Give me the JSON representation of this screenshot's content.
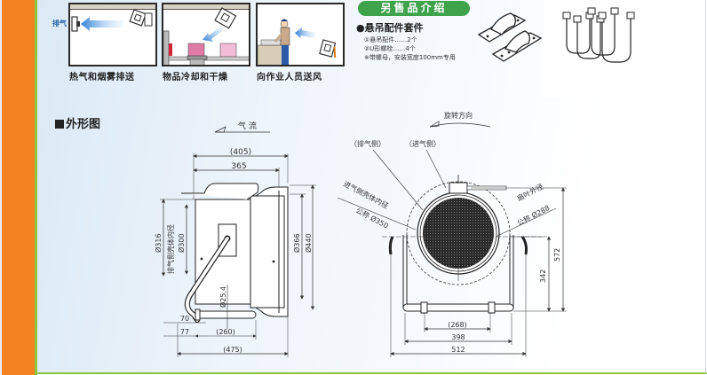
{
  "colors": {
    "orange_band": "#f58220",
    "green_accent": "#8dc63f",
    "badge_green": "#3ea34b",
    "arrow_blue": "#3a8ad8"
  },
  "applications": [
    {
      "caption": "热气和烟雾排送",
      "label": "排气"
    },
    {
      "caption": "物品冷却和干燥"
    },
    {
      "caption": "向作业人员送风"
    }
  ],
  "accessories": {
    "badge": "另售品介绍",
    "title": "●悬吊配件套件",
    "lines": [
      "①悬吊配件……2个",
      "②U形螺栓……4个",
      "※带螺母，安装宽度100mm专用"
    ]
  },
  "section": {
    "title": "外形图"
  },
  "side_view": {
    "airflow_label": "气 流",
    "dims": {
      "overall_length": "(405)",
      "body_length": "365",
      "outer_diameter_exhaust": "Ø316",
      "exhaust_inner_label": "排气侧壳体内径",
      "exhaust_inner_dia": "Ø300",
      "inner_dia_intake": "Ø366",
      "outer_dia_intake": "Ø440",
      "pipe_dia": "Ø25.4",
      "dim_70": "70",
      "dim_77": "77",
      "base_span": "(260)",
      "base_total": "(475)"
    }
  },
  "front_view": {
    "rotation_label": "旋转方向",
    "exhaust_side": "（排气侧）",
    "intake_side": "（进气侧）",
    "intake_inner_label": "进气侧壳体内径",
    "intake_inner_value": "公称 Ø350",
    "blade_label": "扇叶外径",
    "blade_value": "公称 Ø288",
    "dims": {
      "total_height": "572",
      "axis_height": "342",
      "inner_base": "(268)",
      "base_width": "398",
      "total_width": "512"
    }
  }
}
